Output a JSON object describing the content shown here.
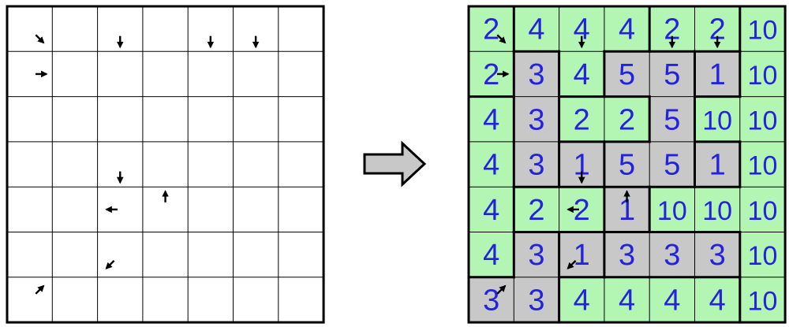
{
  "puzzle": {
    "rows": 7,
    "cols": 7,
    "arrows": [
      {
        "r": 0,
        "c": 0,
        "dir": "se"
      },
      {
        "r": 0,
        "c": 2,
        "dir": "s"
      },
      {
        "r": 0,
        "c": 4,
        "dir": "s"
      },
      {
        "r": 0,
        "c": 5,
        "dir": "s"
      },
      {
        "r": 1,
        "c": 0,
        "dir": "e"
      },
      {
        "r": 3,
        "c": 2,
        "dir": "s"
      },
      {
        "r": 4,
        "c": 2,
        "dir": "w"
      },
      {
        "r": 4,
        "c": 3,
        "dir": "n"
      },
      {
        "r": 5,
        "c": 2,
        "dir": "sw"
      },
      {
        "r": 6,
        "c": 0,
        "dir": "ne"
      }
    ]
  },
  "solution": {
    "values": [
      [
        "2",
        "4",
        "4",
        "4",
        "2",
        "2",
        "10"
      ],
      [
        "2",
        "3",
        "4",
        "5",
        "5",
        "1",
        "10"
      ],
      [
        "4",
        "3",
        "2",
        "2",
        "5",
        "10",
        "10"
      ],
      [
        "4",
        "3",
        "1",
        "5",
        "5",
        "1",
        "10"
      ],
      [
        "4",
        "2",
        "2",
        "1",
        "10",
        "10",
        "10"
      ],
      [
        "4",
        "3",
        "1",
        "3",
        "3",
        "3",
        "10"
      ],
      [
        "3",
        "3",
        "4",
        "4",
        "4",
        "4",
        "10"
      ]
    ],
    "shading": [
      "GGGGGGG",
      "GYGYYYG",
      "GYGGYGG",
      "GYYYYYG",
      "GGGYGGG",
      "GYYYYYG",
      "YYGGGGG"
    ]
  },
  "colors": {
    "green": "#b3f5b3",
    "gray": "#c8c8c8",
    "digit": "#2323dd",
    "line": "#000000",
    "arrow_fill": "#c8c8c8"
  }
}
